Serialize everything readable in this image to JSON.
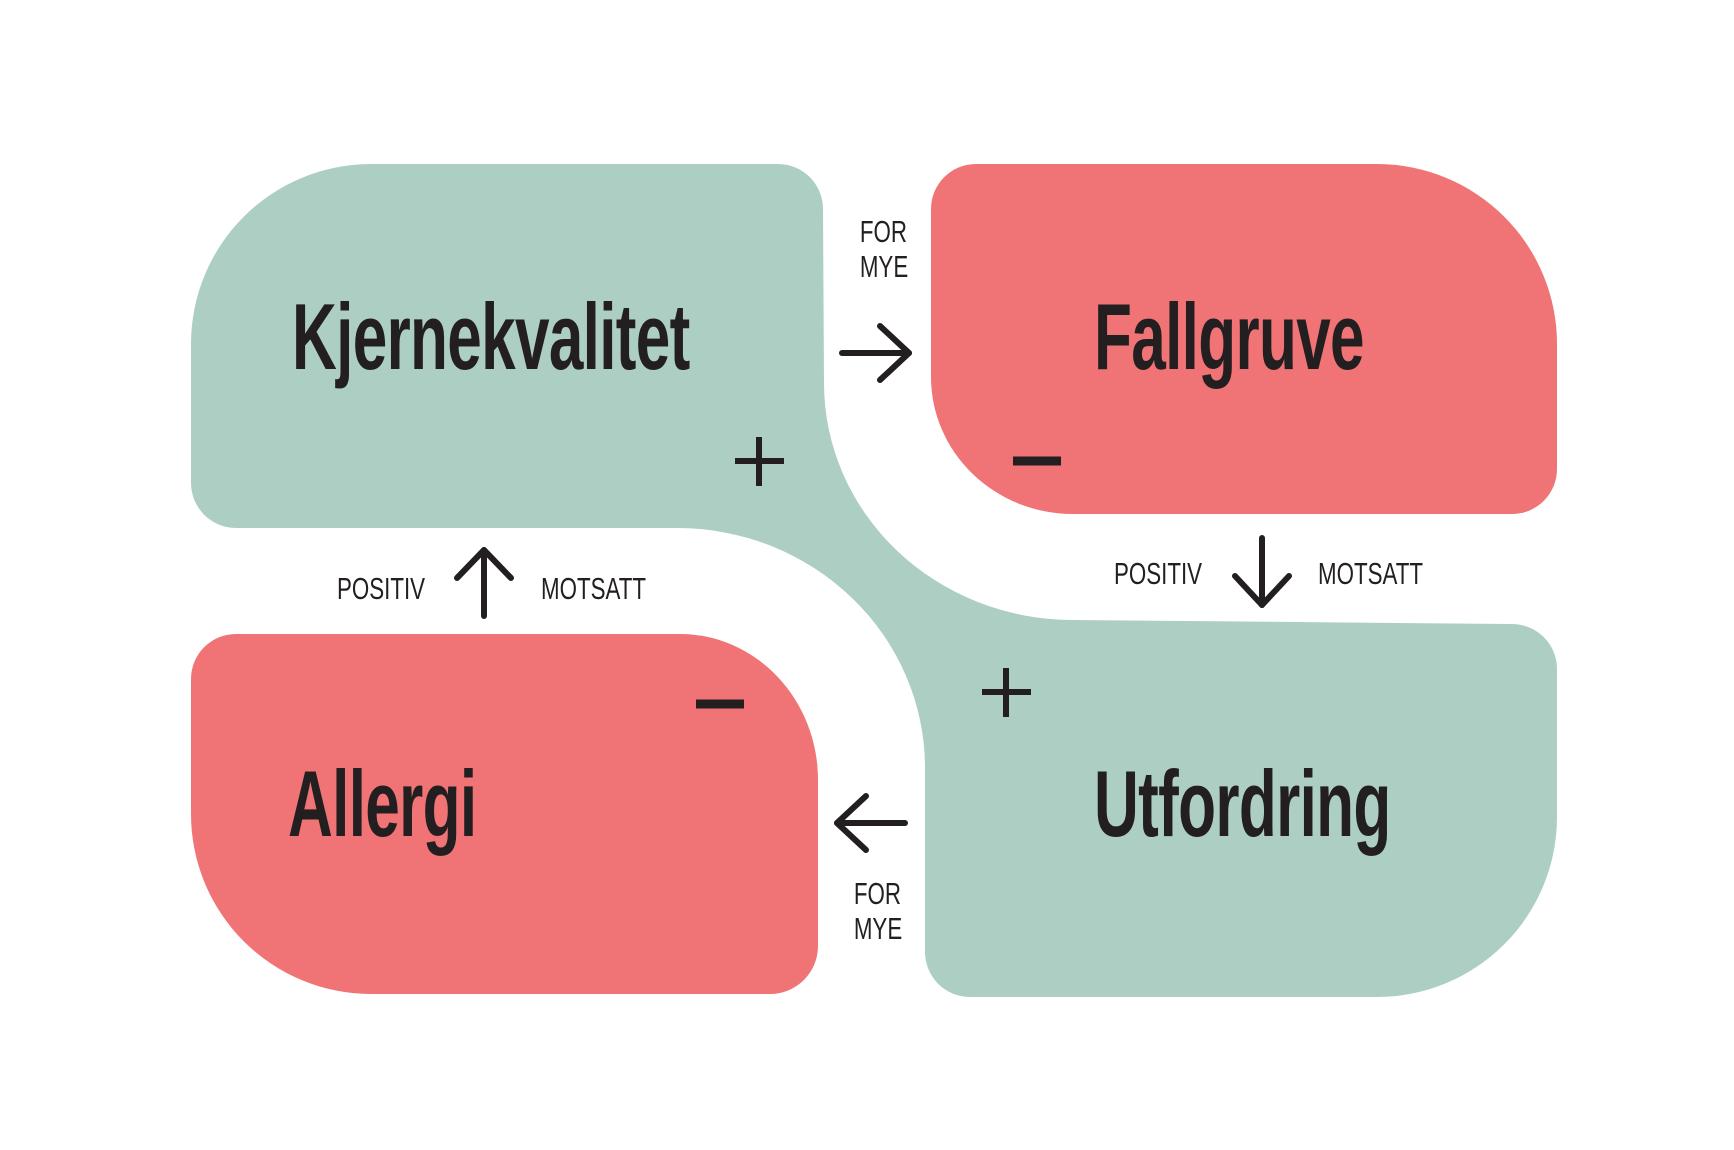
{
  "colors": {
    "positive": "#adcfc3",
    "negative": "#f07476",
    "ink": "#231f20",
    "background": "#ffffff"
  },
  "quadrants": {
    "core_quality": {
      "title": "Kjernekvalitet",
      "sign": "+",
      "tone": "positive"
    },
    "pitfall": {
      "title": "Fallgruve",
      "sign": "−",
      "tone": "negative"
    },
    "challenge": {
      "title": "Utfordring",
      "sign": "+",
      "tone": "positive"
    },
    "allergy": {
      "title": "Allergi",
      "sign": "−",
      "tone": "negative"
    }
  },
  "connectors": {
    "core_to_pitfall": {
      "line1": "FOR",
      "line2": "MYE",
      "arrow": "arrow-right-icon"
    },
    "pitfall_to_challenge": {
      "left": "POSITIV",
      "right": "MOTSATT",
      "arrow": "arrow-down-icon"
    },
    "challenge_to_allergy": {
      "line1": "FOR",
      "line2": "MYE",
      "arrow": "arrow-left-icon"
    },
    "allergy_to_core": {
      "left": "POSITIV",
      "right": "MOTSATT",
      "arrow": "arrow-up-icon"
    }
  }
}
